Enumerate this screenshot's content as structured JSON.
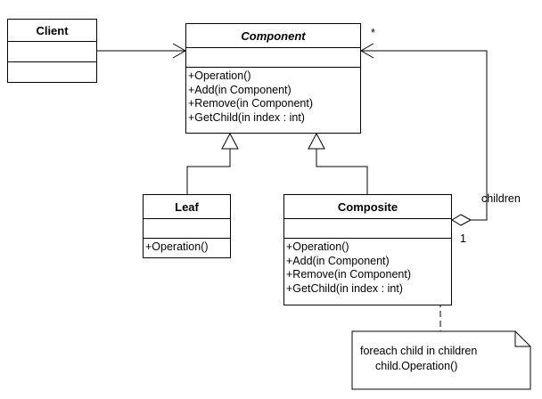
{
  "client": {
    "name": "Client"
  },
  "component": {
    "name": "Component",
    "operations": [
      "+Operation()",
      "+Add(in Component)",
      "+Remove(in Component)",
      "+GetChild(in index : int)"
    ]
  },
  "leaf": {
    "name": "Leaf",
    "operations": [
      "+Operation()"
    ]
  },
  "composite": {
    "name": "Composite",
    "operations": [
      "+Operation()",
      "+Add(in Component)",
      "+Remove(in Component)",
      "+GetChild(in index : int)"
    ]
  },
  "association": {
    "multiplicity_many": "*",
    "role": "children",
    "multiplicity_one": "1"
  },
  "note": {
    "lines": [
      "foreach child in children",
      "child.Operation()"
    ]
  }
}
